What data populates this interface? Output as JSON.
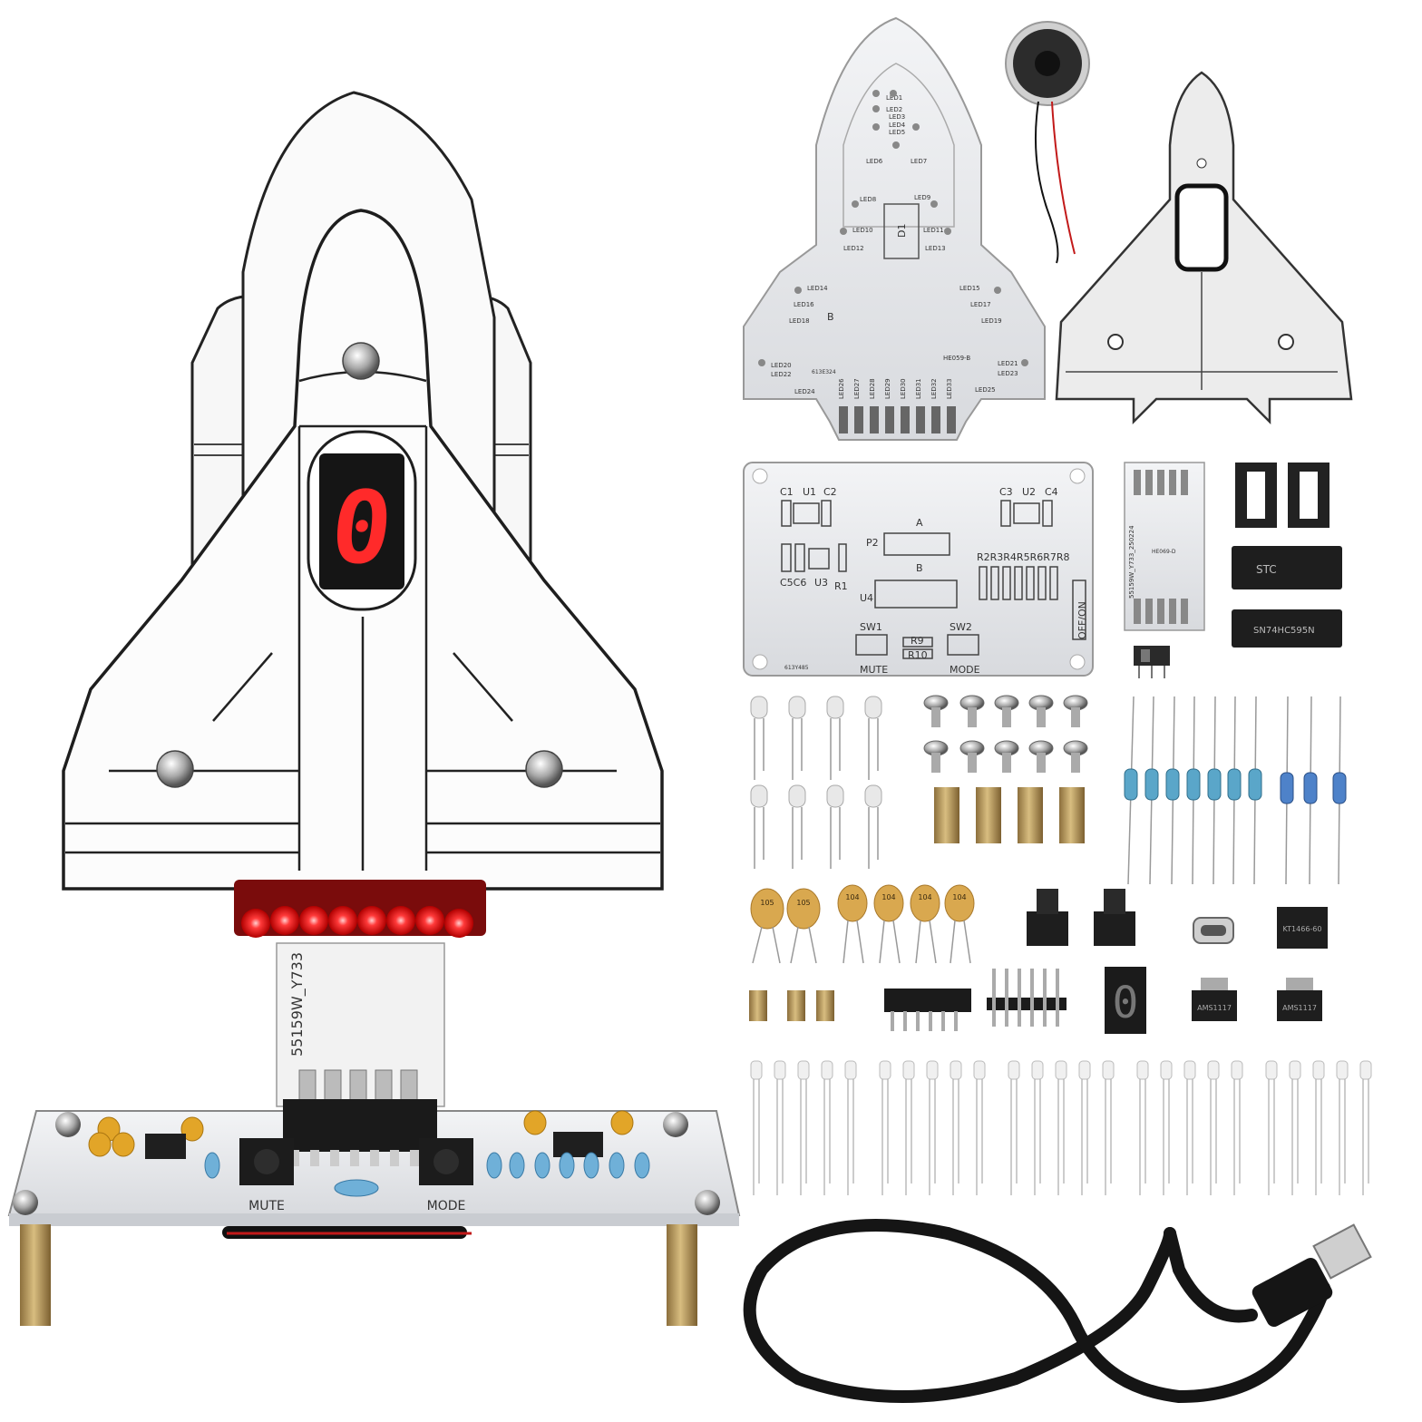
{
  "assembled": {
    "digit": "0",
    "strip_text": "55159W_Y733",
    "base_left_label": "MUTE",
    "base_right_label": "MODE"
  },
  "shuttle_pcb": {
    "leds_left": [
      "LED1",
      "LED2",
      "LED3",
      "LED4",
      "LED5",
      "LED6",
      "LED8",
      "LED10",
      "LED12",
      "LED14",
      "LED16",
      "LED18",
      "LED20",
      "LED22",
      "LED24"
    ],
    "leds_right": [
      "LED7",
      "LED9",
      "LED11",
      "LED13",
      "LED15",
      "LED17",
      "LED19",
      "LED21",
      "LED23",
      "LED25"
    ],
    "leds_bottom": [
      "LED26",
      "LED27",
      "LED28",
      "LED29",
      "LED30",
      "LED31",
      "LED32",
      "LED33"
    ],
    "chip_label": "D1",
    "side_label": "B",
    "brand": "HE059-B",
    "code": "613E324"
  },
  "base_pcb": {
    "c1": "C1",
    "u1": "U1",
    "c2": "C2",
    "c3": "C3",
    "u2": "U2",
    "c4": "C4",
    "p2": "P2",
    "a": "A",
    "b": "B",
    "c5c6": "C5C6",
    "u3": "U3",
    "r1": "R1",
    "u4": "U4",
    "resistors": "R2R3R4R5R6R7R8",
    "sw1": "SW1",
    "sw2": "SW2",
    "r9": "R9",
    "r10": "R10",
    "mute": "MUTE",
    "mode": "MODE",
    "power": "OFF/ON",
    "code": "613Y485"
  },
  "strip_pcb": {
    "code": "55159W_Y733_250224",
    "brand": "HE069-D"
  },
  "parts": {
    "cap_a": "105",
    "cap_b": "104",
    "regulator": "AMS1117",
    "ic_top": "STC",
    "ic_bottom": "SN74HC595N",
    "small_ic": "KT1466-60"
  },
  "colors": {
    "led_red": "#ff2a2a",
    "pcb_white": "#eef0f2",
    "brass": "#b5975a"
  }
}
